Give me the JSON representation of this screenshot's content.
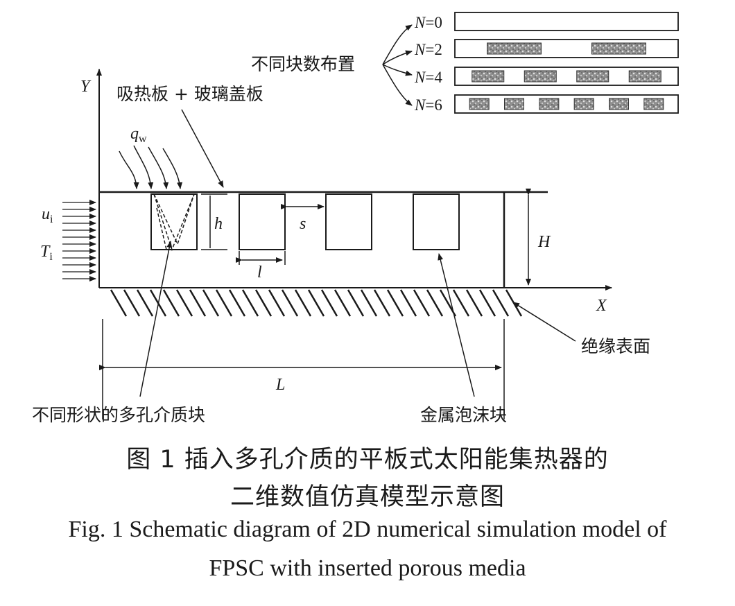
{
  "labels": {
    "y_axis": "Y",
    "x_axis": "X",
    "top_label": "吸热板 + 玻璃盖板",
    "block_layout_label": "不同块数布置",
    "q_symbol": "q",
    "q_sub": "w",
    "u_symbol": "u",
    "u_sub": "i",
    "t_symbol": "T",
    "t_sub": "i",
    "h": "h",
    "s": "s",
    "l": "l",
    "H": "H",
    "L": "L",
    "insulated_surface": "绝缘表面",
    "porous_shapes": "不同形状的多孔介质块",
    "metal_foam": "金属泡沫块"
  },
  "layouts": [
    {
      "n_label": "N",
      "n_value": "=0",
      "blocks": 0
    },
    {
      "n_label": "N",
      "n_value": "=2",
      "blocks": 2
    },
    {
      "n_label": "N",
      "n_value": "=4",
      "blocks": 4
    },
    {
      "n_label": "N",
      "n_value": "=6",
      "blocks": 6
    }
  ],
  "caption": {
    "cn_line1": "图 1  插入多孔介质的平板式太阳能集热器的",
    "cn_line2": "二维数值仿真模型示意图",
    "en_line1": "Fig. 1  Schematic diagram of 2D numerical simulation model of",
    "en_line2": "FPSC with inserted porous media"
  },
  "colors": {
    "line": "#1a1a1a",
    "foam": "#9a9a9a"
  }
}
